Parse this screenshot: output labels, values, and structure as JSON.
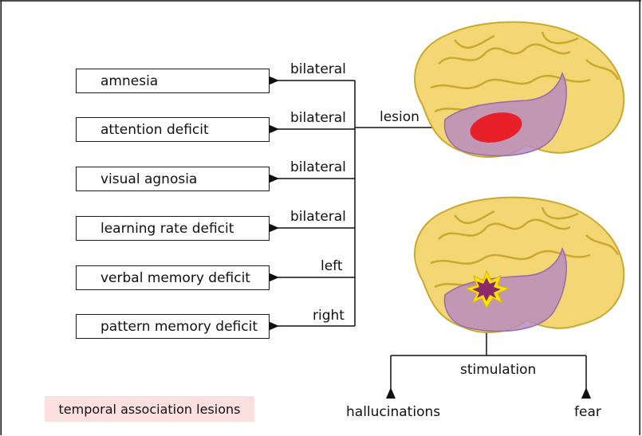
{
  "deficits": [
    {
      "label": "amnesia",
      "side": "bilateral"
    },
    {
      "label": "attention deficit",
      "side": "bilateral"
    },
    {
      "label": "visual agnosia",
      "side": "bilateral"
    },
    {
      "label": "learning rate deficit",
      "side": "bilateral"
    },
    {
      "label": "verbal memory deficit",
      "side": "left"
    },
    {
      "label": "pattern memory deficit",
      "side": "right"
    }
  ],
  "lesion_label": "lesion",
  "stimulation_label": "stimulation",
  "outcomes": {
    "left": "hallucinations",
    "right": "fear"
  },
  "legend": "temporal association lesions",
  "colors": {
    "lesion": "#e8202a",
    "temporal_lobe": "#b88cc0",
    "brain": "#f2d66a",
    "legend_bg": "#fbe0df",
    "stimulation": "#ffe400"
  }
}
